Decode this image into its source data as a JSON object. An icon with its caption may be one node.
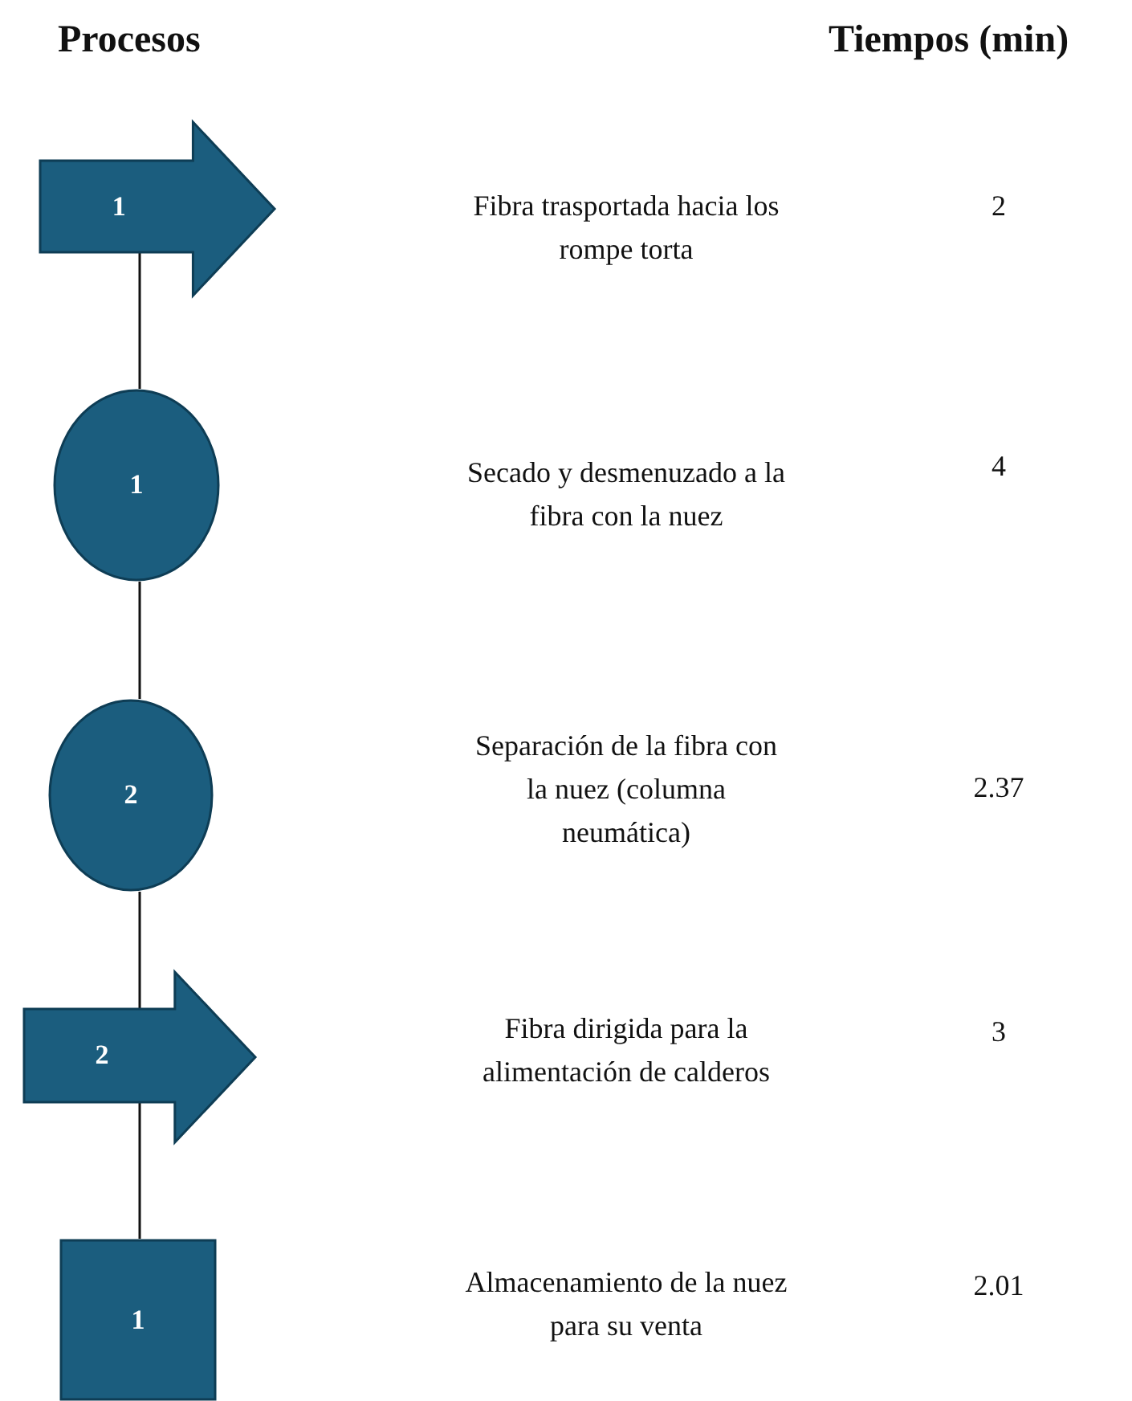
{
  "diagram": {
    "nodes": [
      {
        "text": [
          "1"
        ]
      },
      {
        "text": [
          "1"
        ]
      },
      {
        "text": [
          "2"
        ]
      },
      {
        "text": [
          "2"
        ]
      },
      {
        "text": [
          "1"
        ]
      }
    ],
    "edges": [
      {
        "from": 0,
        "to": 1,
        "arrow": "none"
      },
      {
        "from": 1,
        "to": 2,
        "arrow": "none"
      },
      {
        "from": 2,
        "to": 3,
        "arrow": "none"
      },
      {
        "from": 3,
        "to": 4,
        "arrow": "none"
      }
    ],
    "labels": [
      "Procesos",
      "Tiempos (min)",
      "Fibra trasportada hacia los rompe torta",
      "2",
      "Secado y desmenuzado a la fibra con la nuez",
      "4",
      "Separación de la fibra con la nuez (columna neumática)",
      "2.37",
      "Fibra dirigida para la alimentación de calderos",
      "3",
      "Almacenamiento de la nuez para su venta",
      "2.01"
    ]
  }
}
